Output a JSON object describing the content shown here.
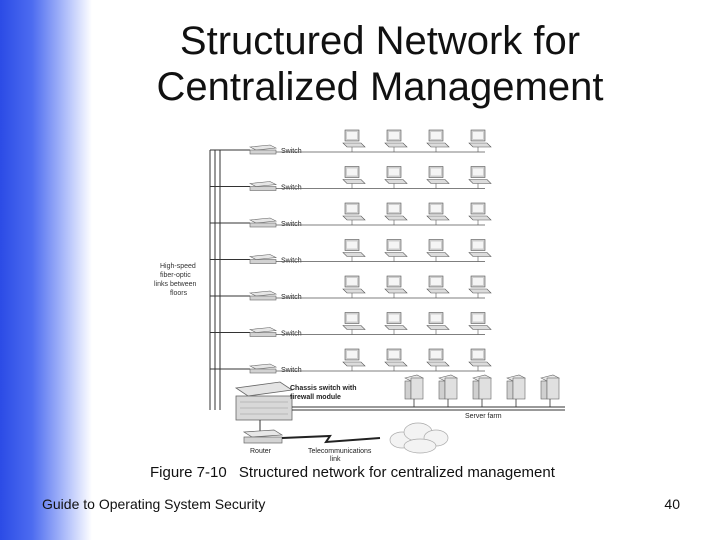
{
  "slide": {
    "title_line1": "Structured Network for",
    "title_line2": "Centralized Management",
    "footer_left": "Guide to Operating System Security",
    "page_number": "40"
  },
  "figure": {
    "caption_label": "Figure 7-10",
    "caption_text": "Structured network for centralized management",
    "switch_label": "Switch",
    "floor_count": 7,
    "computers_per_floor": 4,
    "fiber_label": [
      "High-speed",
      "fiber-optic",
      "links between",
      "floors"
    ],
    "chassis_label": [
      "Chassis switch with",
      "firewall module"
    ],
    "server_farm_label": "Server farm",
    "server_count": 5,
    "router_label": "Router",
    "telecom_label": [
      "Telecommunications",
      "link"
    ]
  }
}
